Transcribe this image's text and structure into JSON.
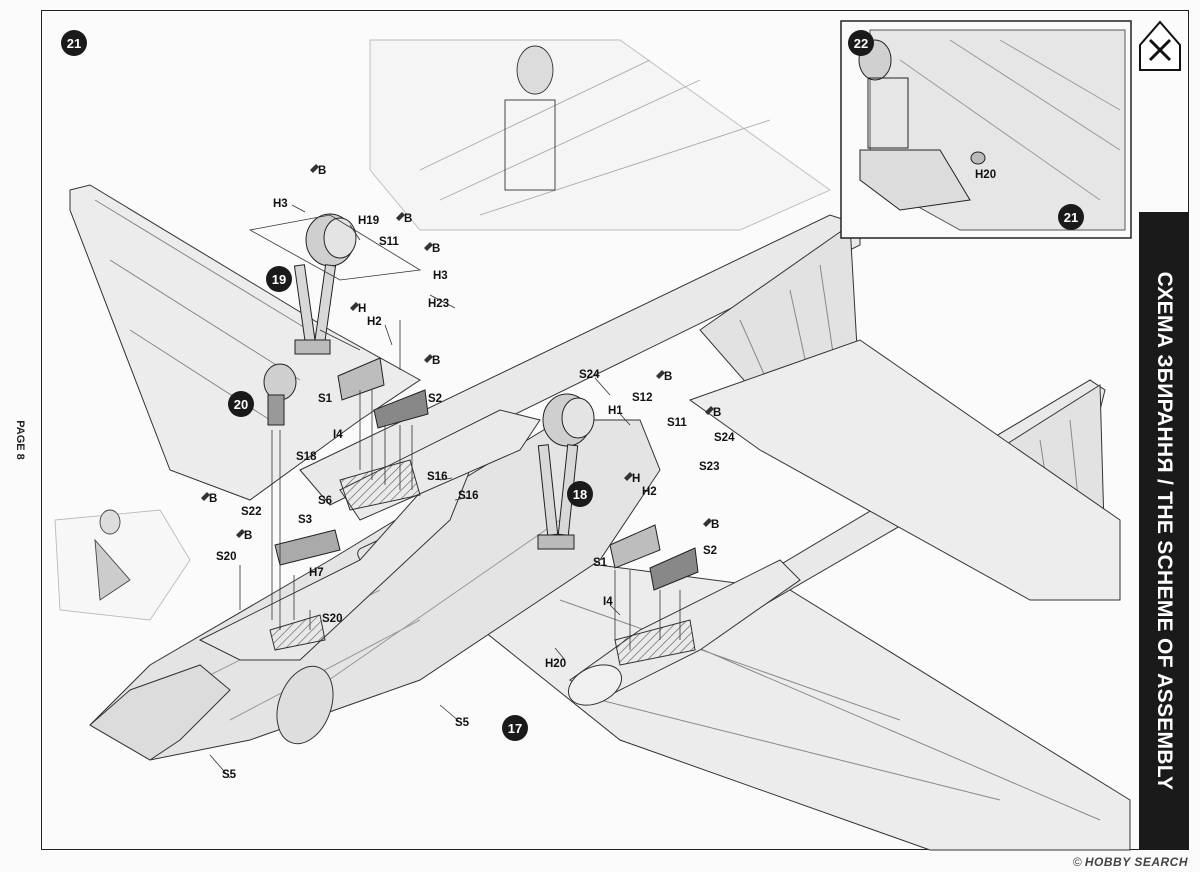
{
  "sidebar": {
    "title": "СХЕМА ЗБИРАННЯ / THE SCHEME OF ASSEMBLY"
  },
  "page_label": "PAGE 8",
  "watermark": {
    "copyright": "©",
    "brand": "HOBBY SEARCH"
  },
  "steps": {
    "s17": "17",
    "s18": "18",
    "s19": "19",
    "s20": "20",
    "s21": "21",
    "s22": "22",
    "s21b": "21"
  },
  "paint_codes": {
    "b": "B",
    "h": "H"
  },
  "parts": {
    "H1": "H1",
    "H2": "H2",
    "H3": "H3",
    "H7": "H7",
    "H19": "H19",
    "H20": "H20",
    "H23": "H23",
    "I4": "I4",
    "S1": "S1",
    "S2": "S2",
    "S3": "S3",
    "S5": "S5",
    "S6": "S6",
    "S11": "S11",
    "S12": "S12",
    "S16": "S16",
    "S18": "S18",
    "S20": "S20",
    "S22": "S22",
    "S23": "S23",
    "S24": "S24"
  },
  "colors": {
    "line": "#333333",
    "fill": "#e4e4e4",
    "dark": "#1a1a1a",
    "accent": "#ffffff"
  }
}
